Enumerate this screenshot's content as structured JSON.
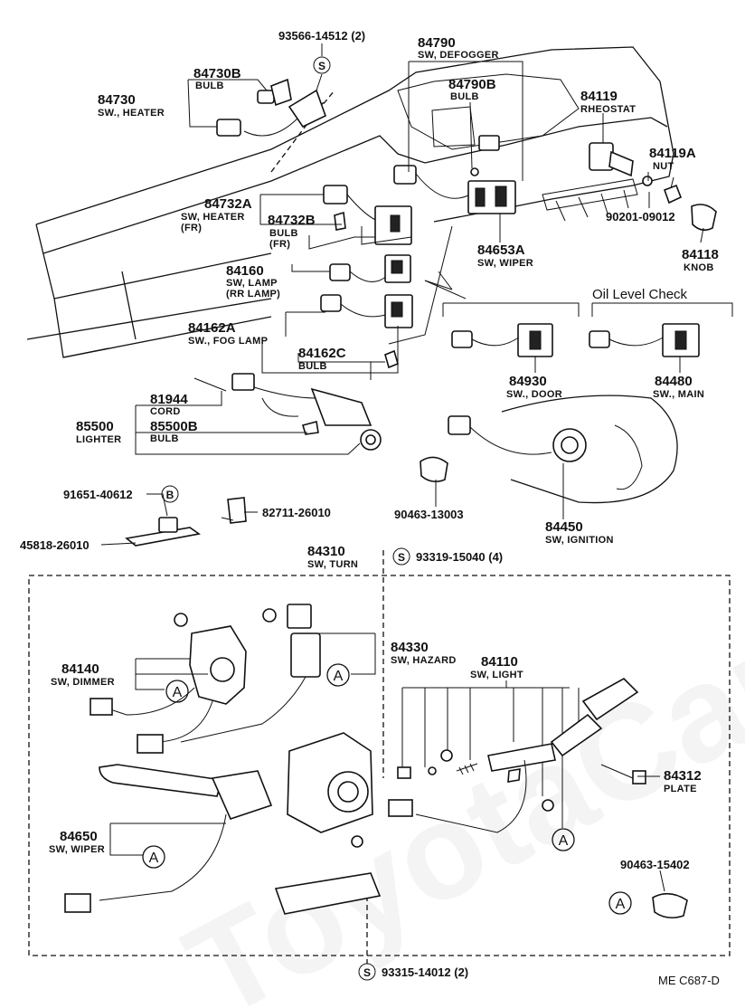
{
  "watermark": "ToyotaCar",
  "footer_code": "ME  C687-D",
  "section_heading": "Oil Level Check",
  "callout_letter": "A",
  "sym_s": "S",
  "sym_b": "B",
  "labels": {
    "p84730": {
      "num": "84730",
      "name": "SW., HEATER"
    },
    "p84730B": {
      "num": "84730B",
      "name": "BULB"
    },
    "p93566": {
      "num": "93566-14512 (2)"
    },
    "p84790": {
      "num": "84790",
      "name": "SW, DEFOGGER"
    },
    "p84790B": {
      "num": "84790B",
      "name": "BULB"
    },
    "p84119": {
      "num": "84119",
      "name": "RHEOSTAT"
    },
    "p84119A": {
      "num": "84119A",
      "name": "NUT"
    },
    "p90201": {
      "num": "90201-09012"
    },
    "p84118": {
      "num": "84118",
      "name": "KNOB"
    },
    "p84732A": {
      "num": "84732A",
      "name": "SW, HEATER",
      "name2": "(FR)"
    },
    "p84732B": {
      "num": "84732B",
      "name": "BULB",
      "name2": "(FR)"
    },
    "p84653A": {
      "num": "84653A",
      "name": "SW, WIPER"
    },
    "p84160": {
      "num": "84160",
      "name": "SW, LAMP",
      "name2": "(RR LAMP)"
    },
    "p84162A": {
      "num": "84162A",
      "name": "SW., FOG LAMP"
    },
    "p84162C": {
      "num": "84162C",
      "name": "BULB"
    },
    "p84930": {
      "num": "84930",
      "name": "SW., DOOR"
    },
    "p84480": {
      "num": "84480",
      "name": "SW., MAIN"
    },
    "p81944": {
      "num": "81944",
      "name": "CORD"
    },
    "p85500": {
      "num": "85500",
      "name": "LIGHTER"
    },
    "p85500B": {
      "num": "85500B",
      "name": "BULB"
    },
    "p90463a": {
      "num": "90463-13003"
    },
    "p84450": {
      "num": "84450",
      "name": "SW, IGNITION"
    },
    "p91651": {
      "num": "91651-40612"
    },
    "p82711": {
      "num": "82711-26010"
    },
    "p45818": {
      "num": "45818-26010"
    },
    "p84310": {
      "num": "84310",
      "name": "SW, TURN"
    },
    "p93319": {
      "num": "93319-15040 (4)"
    },
    "p84140": {
      "num": "84140",
      "name": "SW, DIMMER"
    },
    "p84330": {
      "num": "84330",
      "name": "SW, HAZARD"
    },
    "p84110": {
      "num": "84110",
      "name": "SW, LIGHT"
    },
    "p84312": {
      "num": "84312",
      "name": "PLATE"
    },
    "p84650": {
      "num": "84650",
      "name": "SW, WIPER"
    },
    "p90463b": {
      "num": "90463-15402"
    },
    "p93315": {
      "num": "93315-14012 (2)"
    }
  }
}
